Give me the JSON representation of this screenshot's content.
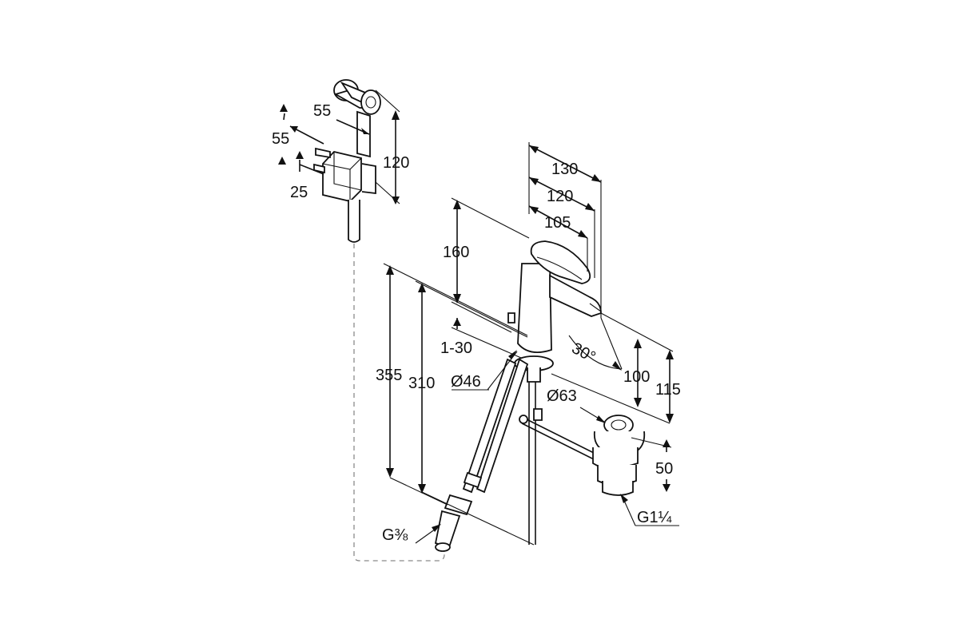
{
  "dimensions": {
    "spray_head_width": "55",
    "spray_side": "55",
    "spray_height": "120",
    "spray_bracket": "25",
    "reach_130": "130",
    "reach_120": "120",
    "reach_105": "105",
    "height_160": "160",
    "height_355": "355",
    "height_310": "310",
    "deck_range": "1-30",
    "base_diameter": "Ø46",
    "angle": "30°",
    "spout_100": "100",
    "spout_115": "115",
    "waste_diameter": "Ø63",
    "waste_50": "50",
    "waste_thread": "G1¼",
    "hose_thread": "G⅜"
  },
  "colors": {
    "line": "#111111",
    "background": "#ffffff",
    "hose_dash": "#8a8a8a"
  }
}
